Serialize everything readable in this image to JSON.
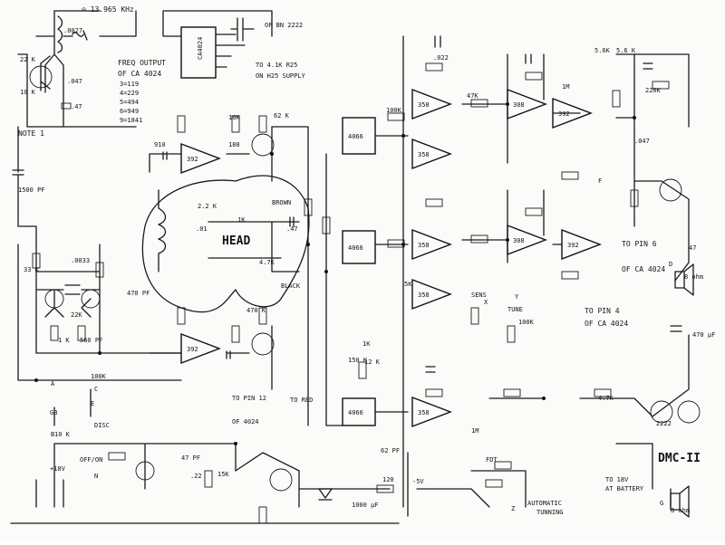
{
  "header": {
    "freq": "⊙ 13.965 KHz",
    "freq_output": "FREQ OUTPUT",
    "of_ca4024": "OF CA 4024",
    "taps": [
      "3=119",
      "4=229",
      "5=494",
      "6=949",
      "9=1841"
    ],
    "to_ic": "TO 4.1K R25",
    "to_ic2": "ON H25 SUPPLY",
    "of_bn": "OF BN 2222"
  },
  "labels": {
    "note1": "NOTE 1",
    "head": "HEAD",
    "black": "BLACK",
    "brown": "BROWN",
    "red_to": "TO RED",
    "gb": "GB",
    "disc": "DISC",
    "sens": "SENS",
    "tune": "TUNE",
    "pin6": "TO PIN 6",
    "of_ca4024b": "OF CA 4024",
    "pin4": "TO PIN 4",
    "of_ca4024c": "OF CA 4024",
    "pin12": "TO PIN 12",
    "of_4024": "OF 4024",
    "ohm8a": "8 ohm",
    "ohm8b": "8 ohm",
    "dmc": "DMC-II",
    "to_bat": "TO 18V",
    "at_bat": "AT BATTERY",
    "auto": "AUTOMATIC",
    "tuning": "TUNNING",
    "fdt": "FDT",
    "off_on": "OFF/ON",
    "v18": "+18V"
  },
  "ics": [
    {
      "label": "4066"
    },
    {
      "label": "4066"
    },
    {
      "label": "4066"
    },
    {
      "label": "CA4024"
    }
  ],
  "opamps": [
    {
      "label": "358"
    },
    {
      "label": "358"
    },
    {
      "label": "358"
    },
    {
      "label": "358"
    },
    {
      "label": "392"
    },
    {
      "label": "392"
    },
    {
      "label": "392"
    },
    {
      "label": "358"
    },
    {
      "label": "308"
    },
    {
      "label": "308"
    },
    {
      "label": "392"
    }
  ],
  "components": [
    {
      "text": "22 K"
    },
    {
      "text": "10 K"
    },
    {
      "text": ".0027"
    },
    {
      "text": ".047"
    },
    {
      "text": ".47"
    },
    {
      "text": "1500 PF"
    },
    {
      "text": "910"
    },
    {
      "text": "180"
    },
    {
      "text": "10K"
    },
    {
      "text": "62 K"
    },
    {
      "text": "1K"
    },
    {
      "text": ".01"
    },
    {
      "text": "2.2 K"
    },
    {
      "text": "4.7K"
    },
    {
      "text": ".47"
    },
    {
      "text": "470 K"
    },
    {
      "text": "100K"
    },
    {
      "text": ".022"
    },
    {
      "text": "47K"
    },
    {
      "text": "1M"
    },
    {
      "text": "5.6 K"
    },
    {
      "text": "220K"
    },
    {
      "text": ".047"
    },
    {
      "text": "33 K"
    },
    {
      "text": "100K"
    },
    {
      "text": "1 K"
    },
    {
      "text": "560 PF"
    },
    {
      "text": "470 PF"
    },
    {
      "text": ".0033"
    },
    {
      "text": "22K"
    },
    {
      "text": "10 K"
    },
    {
      "text": ".22"
    },
    {
      "text": "1K"
    },
    {
      "text": "150 K"
    },
    {
      "text": "12 K"
    },
    {
      "text": "62 PF"
    },
    {
      "text": "1M"
    },
    {
      "text": "5.6K"
    },
    {
      "text": "4.7K"
    },
    {
      "text": "2222"
    },
    {
      "text": "47"
    },
    {
      "text": "470 μF"
    },
    {
      "text": "120"
    },
    {
      "text": "1000 μF"
    },
    {
      "text": "-5V"
    },
    {
      "text": "47 PF"
    },
    {
      "text": "15K"
    },
    {
      "text": "100K"
    },
    {
      "text": "5K"
    },
    {
      "text": "F"
    },
    {
      "text": "X"
    },
    {
      "text": "Y"
    },
    {
      "text": "Z"
    },
    {
      "text": "A"
    },
    {
      "text": "B"
    },
    {
      "text": "C"
    },
    {
      "text": "D"
    },
    {
      "text": "E"
    },
    {
      "text": "N"
    },
    {
      "text": "G"
    }
  ]
}
